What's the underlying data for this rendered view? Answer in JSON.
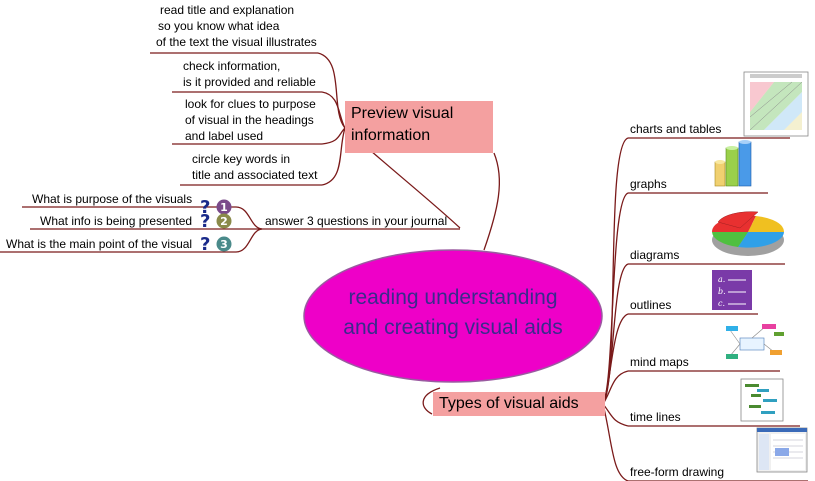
{
  "central": {
    "line1": "reading understanding",
    "line2": "and creating visual aids"
  },
  "preview": {
    "title_line1": "Preview visual",
    "title_line2": "information",
    "icon": "magnifier-icon",
    "items": [
      {
        "lines": [
          "read title and explanation",
          "so you know what idea",
          "of the text the visual illustrates"
        ]
      },
      {
        "lines": [
          "check information,",
          "is it provided and reliable"
        ]
      },
      {
        "lines": [
          "look for clues to purpose",
          "of visual in the headings",
          "and label used"
        ]
      },
      {
        "lines": [
          "circle key words in",
          "title and associated text"
        ]
      }
    ]
  },
  "questions": {
    "label": "answer 3 questions in your journal",
    "items": [
      {
        "text": "What is purpose of the visuals",
        "num": "1",
        "color": "#7a4a8a"
      },
      {
        "text": "What info is being presented",
        "num": "2",
        "color": "#8a8a4a"
      },
      {
        "text": "What is the main point of the visual",
        "num": "3",
        "color": "#4a8a8a"
      }
    ]
  },
  "types": {
    "title": "Types of visual aids",
    "items": [
      {
        "label": "charts and tables",
        "icon": "chart-table-thumbnail-icon"
      },
      {
        "label": "graphs",
        "icon": "bar-graph-icon"
      },
      {
        "label": "diagrams",
        "icon": "pie-chart-icon"
      },
      {
        "label": "outlines",
        "icon": "outline-list-icon"
      },
      {
        "label": "mind maps",
        "icon": "mind-map-icon"
      },
      {
        "label": "time lines",
        "icon": "timeline-icon"
      },
      {
        "label": "free-form drawing",
        "icon": "drawing-screenshot-icon"
      }
    ]
  },
  "colors": {
    "branch": "#7a1a1a",
    "central_fill": "#ee00c8",
    "box_fill": "#f4a0a0"
  }
}
